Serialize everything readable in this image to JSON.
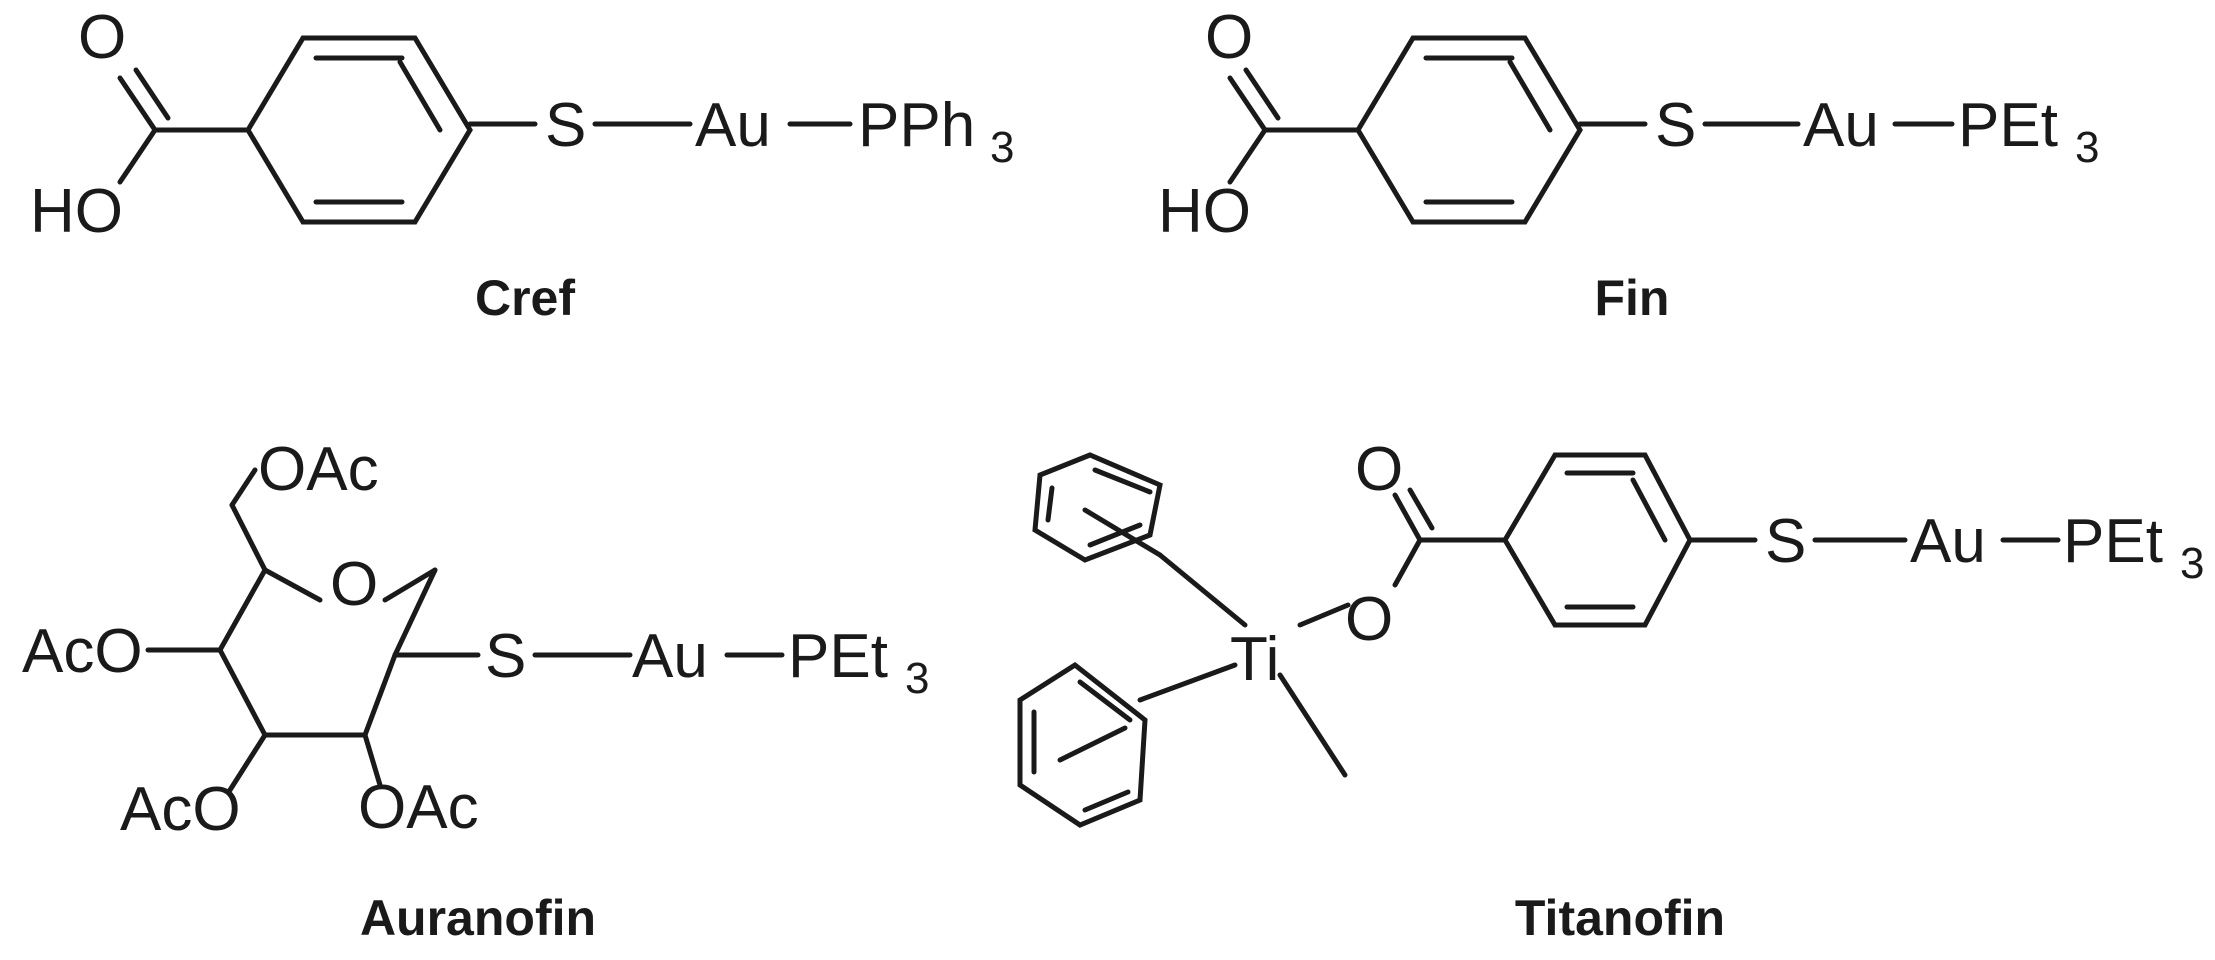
{
  "compounds": [
    {
      "name": "Cref",
      "labels": {
        "o": "O",
        "ho": "HO",
        "s": "S",
        "au": "Au",
        "p": "PPh",
        "p_sub": "3"
      }
    },
    {
      "name": "Fin",
      "labels": {
        "o": "O",
        "ho": "HO",
        "s": "S",
        "au": "Au",
        "p": "PEt",
        "p_sub": "3"
      }
    },
    {
      "name": "Auranofin",
      "labels": {
        "oac_top": "OAc",
        "o_ring": "O",
        "aco_left": "AcO",
        "aco_bottom": "AcO",
        "oac_bottom": "OAc",
        "s": "S",
        "au": "Au",
        "p": "PEt",
        "p_sub": "3"
      }
    },
    {
      "name": "Titanofin",
      "labels": {
        "o_carbonyl": "O",
        "o_ester": "O",
        "ti": "Ti",
        "s": "S",
        "au": "Au",
        "p": "PEt",
        "p_sub": "3"
      }
    }
  ]
}
